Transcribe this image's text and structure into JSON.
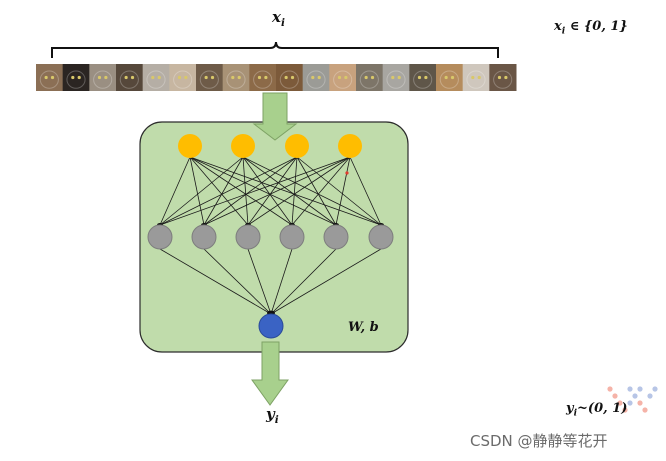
{
  "labels": {
    "input_symbol": "x",
    "input_subscript": "i",
    "input_domain_prefix": "x",
    "input_domain_subscript": "i",
    "input_domain_suffix": " ∈ {0, 1}",
    "params": "W, b",
    "output_symbol": "y",
    "output_subscript": "i",
    "output_range_prefix": "y",
    "output_range_subscript": "i",
    "output_range_suffix": "~(0, 1)"
  },
  "watermark": "CSDN @静静等花开",
  "network": {
    "input_nodes": 4,
    "hidden_nodes": 6,
    "output_nodes": 1
  },
  "colors": {
    "panel_fill": "#c0dcab",
    "panel_stroke": "#2c2c2c",
    "input_node": "#ffbd00",
    "hidden_node": "#9a9a9a",
    "output_node": "#3a63c4",
    "arrow_fill": "#a8d08d",
    "arrow_stroke": "#7ea265"
  },
  "cat_strip": {
    "count": 18,
    "tones": [
      "#8b6f55",
      "#2b2522",
      "#9a8f82",
      "#56483b",
      "#b5aea5",
      "#c7b6a1",
      "#6e5b48",
      "#a89276",
      "#8c6a48",
      "#7c5a3a",
      "#9b9b96",
      "#c8a27e",
      "#7d7568",
      "#a8a6a1",
      "#5f5649",
      "#b58c5d",
      "#cfc7bd",
      "#6a5646"
    ]
  }
}
